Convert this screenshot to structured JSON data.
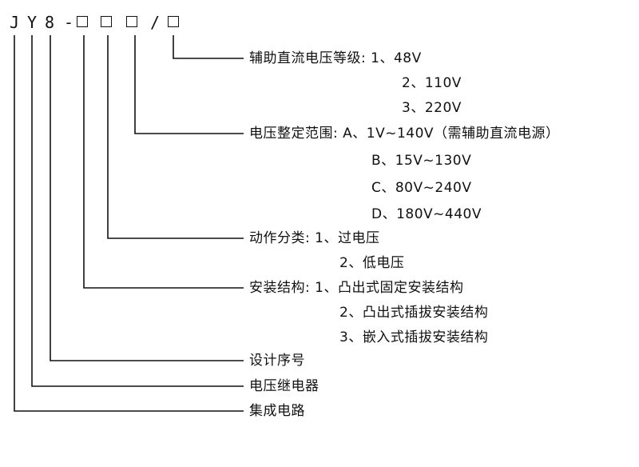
{
  "code": {
    "chars": [
      "J",
      "Y",
      "8",
      "-",
      "/"
    ],
    "boxes": 4
  },
  "rows": {
    "voltage_level": {
      "label": "辅助直流电压等级: ",
      "opt1": "1、48V",
      "opt2": "2、110V",
      "opt3": "3、220V"
    },
    "setting_range": {
      "label": "电压整定范围: ",
      "opt1": "A、1V~140V（需辅助直流电源）",
      "opt2": "B、15V~130V",
      "opt3": "C、80V~240V",
      "opt4": "D、180V~440V"
    },
    "action": {
      "label": "动作分类: ",
      "opt1": "1、过电压",
      "opt2": "2、低电压"
    },
    "mounting": {
      "label": "安装结构: ",
      "opt1": "1、凸出式固定安装结构",
      "opt2": "2、凸出式插拔安装结构",
      "opt3": "3、嵌入式插拔安装结构"
    },
    "design_no": {
      "label": "设计序号"
    },
    "relay": {
      "label": "电压继电器"
    },
    "ic": {
      "label": "集成电路"
    }
  }
}
